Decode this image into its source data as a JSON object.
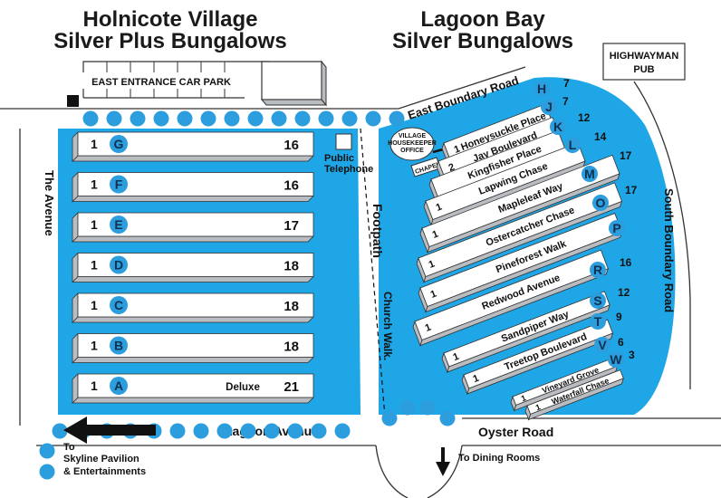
{
  "titles": {
    "left_line1": "Holnicote Village",
    "left_line2": "Silver Plus Bungalows",
    "right_line1": "Lagoon Bay",
    "right_line2": "Silver Bungalows"
  },
  "roads": {
    "east_boundary": "East Boundary Road",
    "south_boundary": "South Boundary Road",
    "the_avenue": "The Avenue",
    "lagoon_avenue": "Lagoon Avenue",
    "oyster_road": "Oyster Road",
    "footpath": "Footpath",
    "church_walk": "Church Walk."
  },
  "places": {
    "car_park": "EAST ENTRANCE CAR PARK",
    "pub_line1": "HIGHWAYMAN",
    "pub_line2": "PUB",
    "telephone_line1": "Public",
    "telephone_line2": "Telephone",
    "office_line1": "VILLAGE",
    "office_line2": "HOUSEKEEPER",
    "office_line3": "OFFICE",
    "chapel": "CHAPEL",
    "skyline_line1": "To",
    "skyline_line2": "Skyline Pavilion",
    "skyline_line3": "& Entertainments",
    "dining": "To Dining Rooms"
  },
  "left_blocks": [
    {
      "letter": "G",
      "start": "1",
      "end": "16",
      "label": ""
    },
    {
      "letter": "F",
      "start": "1",
      "end": "16",
      "label": ""
    },
    {
      "letter": "E",
      "start": "1",
      "end": "17",
      "label": ""
    },
    {
      "letter": "D",
      "start": "1",
      "end": "18",
      "label": ""
    },
    {
      "letter": "C",
      "start": "1",
      "end": "18",
      "label": ""
    },
    {
      "letter": "B",
      "start": "1",
      "end": "18",
      "label": ""
    },
    {
      "letter": "A",
      "start": "1",
      "end": "21",
      "label": "Deluxe"
    }
  ],
  "right_rows": [
    {
      "letter": "H",
      "name": "Honeysuckle Place",
      "start": "1",
      "end": "7"
    },
    {
      "letter": "J",
      "name": "Jay Boulevard",
      "start": "2",
      "end": "7"
    },
    {
      "letter": "K",
      "name": "Kingfisher Place",
      "start": "",
      "end": "12"
    },
    {
      "letter": "L",
      "name": "Lapwing Chase",
      "start": "1",
      "end": "14"
    },
    {
      "letter": "M",
      "name": "Mapleleaf Way",
      "start": "1",
      "end": "17"
    },
    {
      "letter": "O",
      "name": "Ostercatcher Chase",
      "start": "1",
      "end": "17"
    },
    {
      "letter": "P",
      "name": "Pineforest Walk",
      "start": "1",
      "end": ""
    },
    {
      "letter": "R",
      "name": "Redwood Avenue",
      "start": "1",
      "end": "16"
    },
    {
      "letter": "S",
      "name": "Sandpiper Way",
      "start": "1",
      "end": "12"
    },
    {
      "letter": "T",
      "name": "Treetop Boulevard",
      "start": "1",
      "end": "9"
    },
    {
      "letter": "V",
      "name": "Vineyard Grove",
      "start": "1",
      "end": "6"
    },
    {
      "letter": "W",
      "name": "Waterfall Chase",
      "start": "1",
      "end": "3"
    }
  ],
  "colors": {
    "lagoon": "#1fa6e6",
    "marker": "#2c9ddd",
    "block_top": "#ffffff",
    "block_side": "#b9bcc0",
    "ink": "#111111"
  }
}
